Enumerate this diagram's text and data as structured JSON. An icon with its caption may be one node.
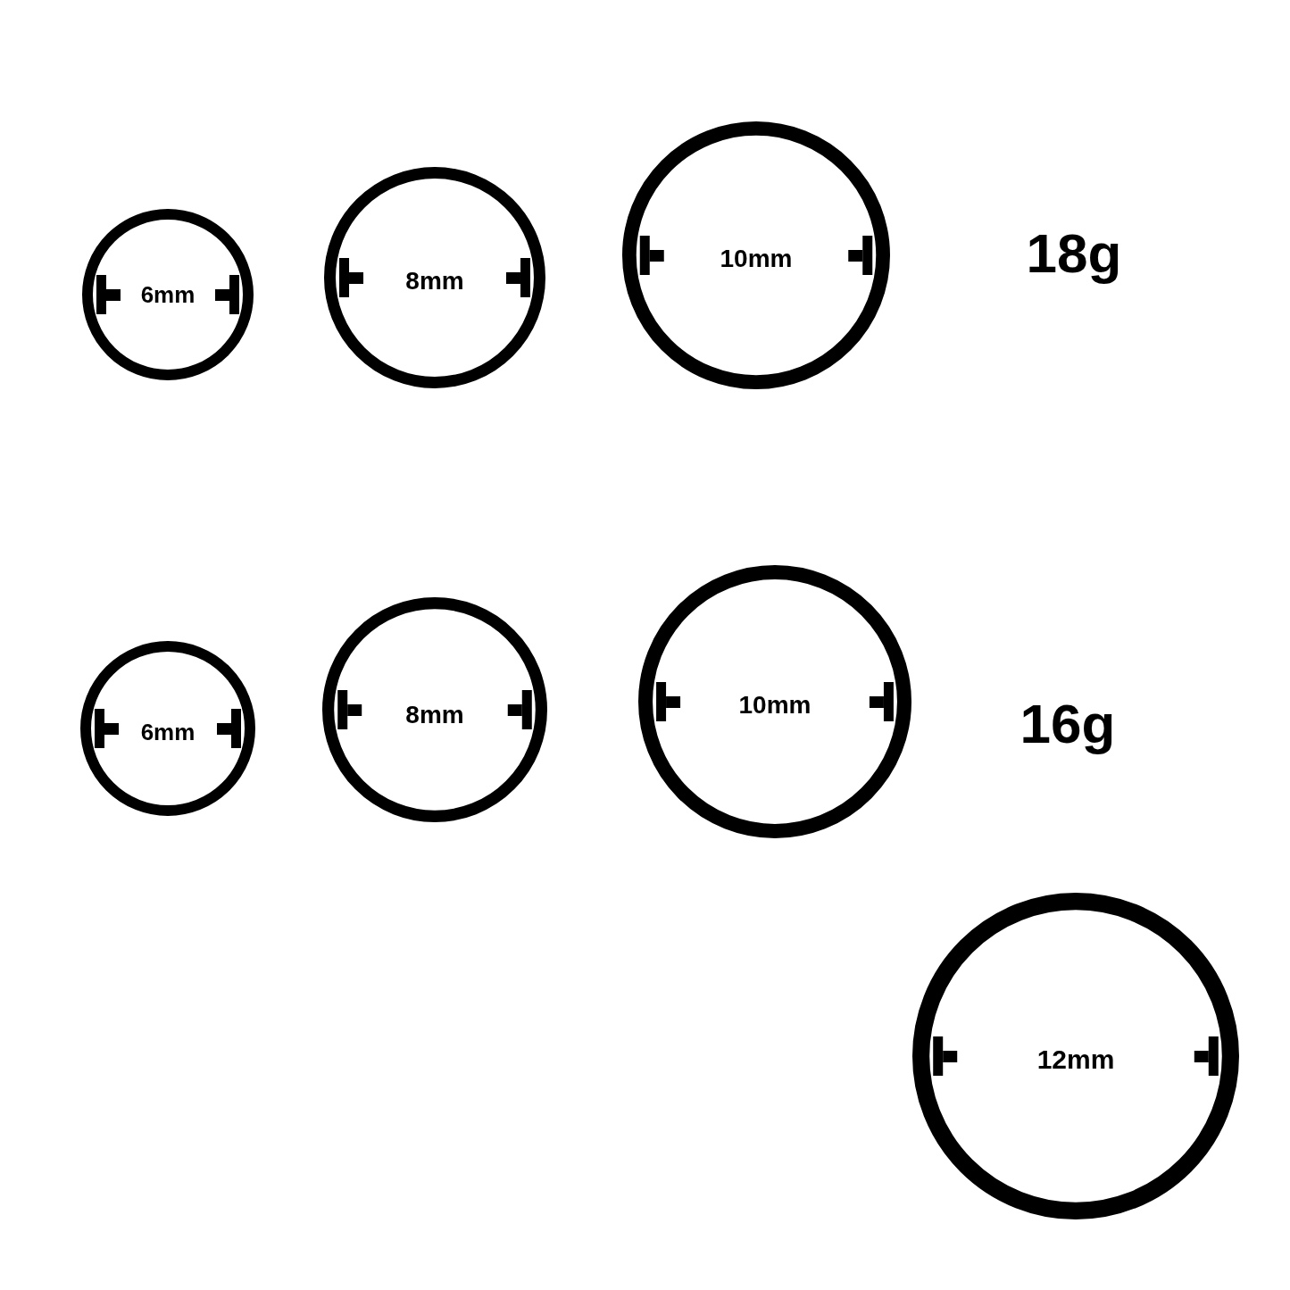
{
  "diagram": {
    "nodes": [
      {
        "text": [
          "6mm"
        ]
      },
      {
        "text": [
          "8mm"
        ]
      },
      {
        "text": [
          "10mm"
        ]
      },
      {
        "text": [
          "6mm"
        ]
      },
      {
        "text": [
          "8mm"
        ]
      },
      {
        "text": [
          "10mm"
        ]
      },
      {
        "text": [
          "12mm"
        ]
      }
    ],
    "labels": [
      "18g",
      "16g"
    ]
  }
}
